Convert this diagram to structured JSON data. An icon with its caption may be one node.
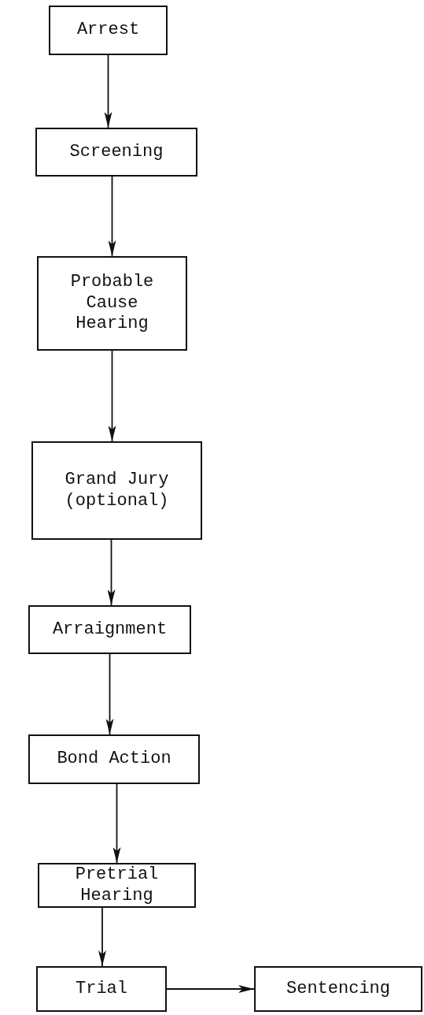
{
  "diagram": {
    "nodes": [
      {
        "text": [
          "Arrest"
        ]
      },
      {
        "text": [
          "Screening"
        ]
      },
      {
        "text": [
          "Probable Cause Hearing"
        ]
      },
      {
        "text": [
          "Grand Jury (optional)"
        ]
      },
      {
        "text": [
          "Arraignment"
        ]
      },
      {
        "text": [
          "Bond Action"
        ]
      },
      {
        "text": [
          "Pretrial Hearing"
        ]
      },
      {
        "text": [
          "Trial"
        ]
      },
      {
        "text": [
          "Sentencing"
        ]
      }
    ],
    "edges": [
      {
        "from": 0,
        "to": 1,
        "arrow": "to"
      },
      {
        "from": 1,
        "to": 2,
        "arrow": "to"
      },
      {
        "from": 2,
        "to": 3,
        "arrow": "to"
      },
      {
        "from": 3,
        "to": 4,
        "arrow": "to"
      },
      {
        "from": 4,
        "to": 5,
        "arrow": "to"
      },
      {
        "from": 5,
        "to": 6,
        "arrow": "to"
      },
      {
        "from": 6,
        "to": 7,
        "arrow": "to"
      },
      {
        "from": 7,
        "to": 8,
        "arrow": "to"
      }
    ]
  }
}
